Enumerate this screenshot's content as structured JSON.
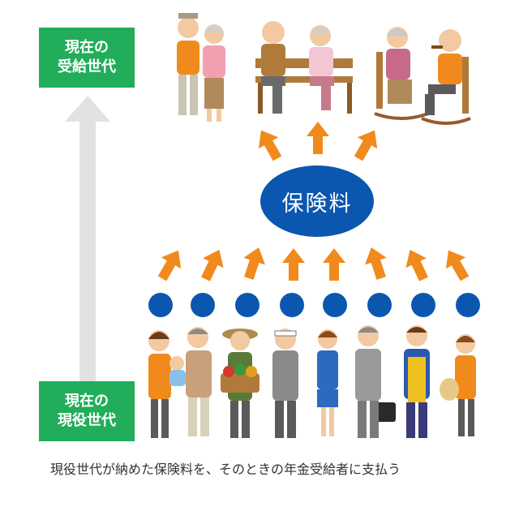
{
  "labels": {
    "current_beneficiaries": [
      "現在の",
      "受給世代"
    ],
    "current_workers": [
      "現在の",
      "現役世代"
    ],
    "premium": "保険料",
    "caption": "現役世代が納めた保険料を、そのときの年金受給者に支払う"
  },
  "colors": {
    "label_green": "#21ad5a",
    "premium_blue": "#0b57b0",
    "arrow_orange": "#f08a1c",
    "dot_blue": "#0b57b0",
    "grey_arrow": "#e2e2e2"
  },
  "groups": {
    "elderly": [
      "standing-elderly-couple",
      "elderly-couple-on-bench",
      "elderly-couple-on-rocking-chairs"
    ],
    "workers": [
      "parent-with-baby",
      "man-in-apron",
      "farmer-with-vegetable-basket",
      "craftsman-in-headband",
      "office-lady",
      "businessman-with-briefcase",
      "shopkeeper-in-apron",
      "woman-with-shopping-bag"
    ]
  }
}
